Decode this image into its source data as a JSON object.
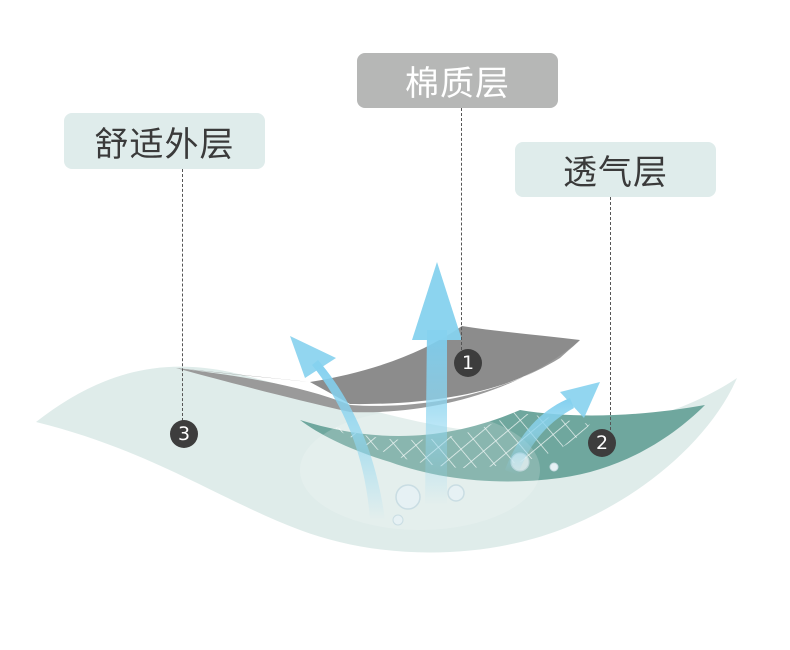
{
  "layers": [
    {
      "id": "cotton",
      "label": "棉质层",
      "number": "1",
      "color": "#8c8c8c"
    },
    {
      "id": "breathable",
      "label": "透气层",
      "number": "2",
      "color": "#6fa79e"
    },
    {
      "id": "outer",
      "label": "舒适外层",
      "number": "3",
      "color": "#dfecea"
    }
  ],
  "colors": {
    "arrow": "#8fd6f0",
    "label_bg_gray": "#b6b7b6",
    "label_bg_mint": "#dfeceb",
    "badge": "#3d3d3d"
  }
}
